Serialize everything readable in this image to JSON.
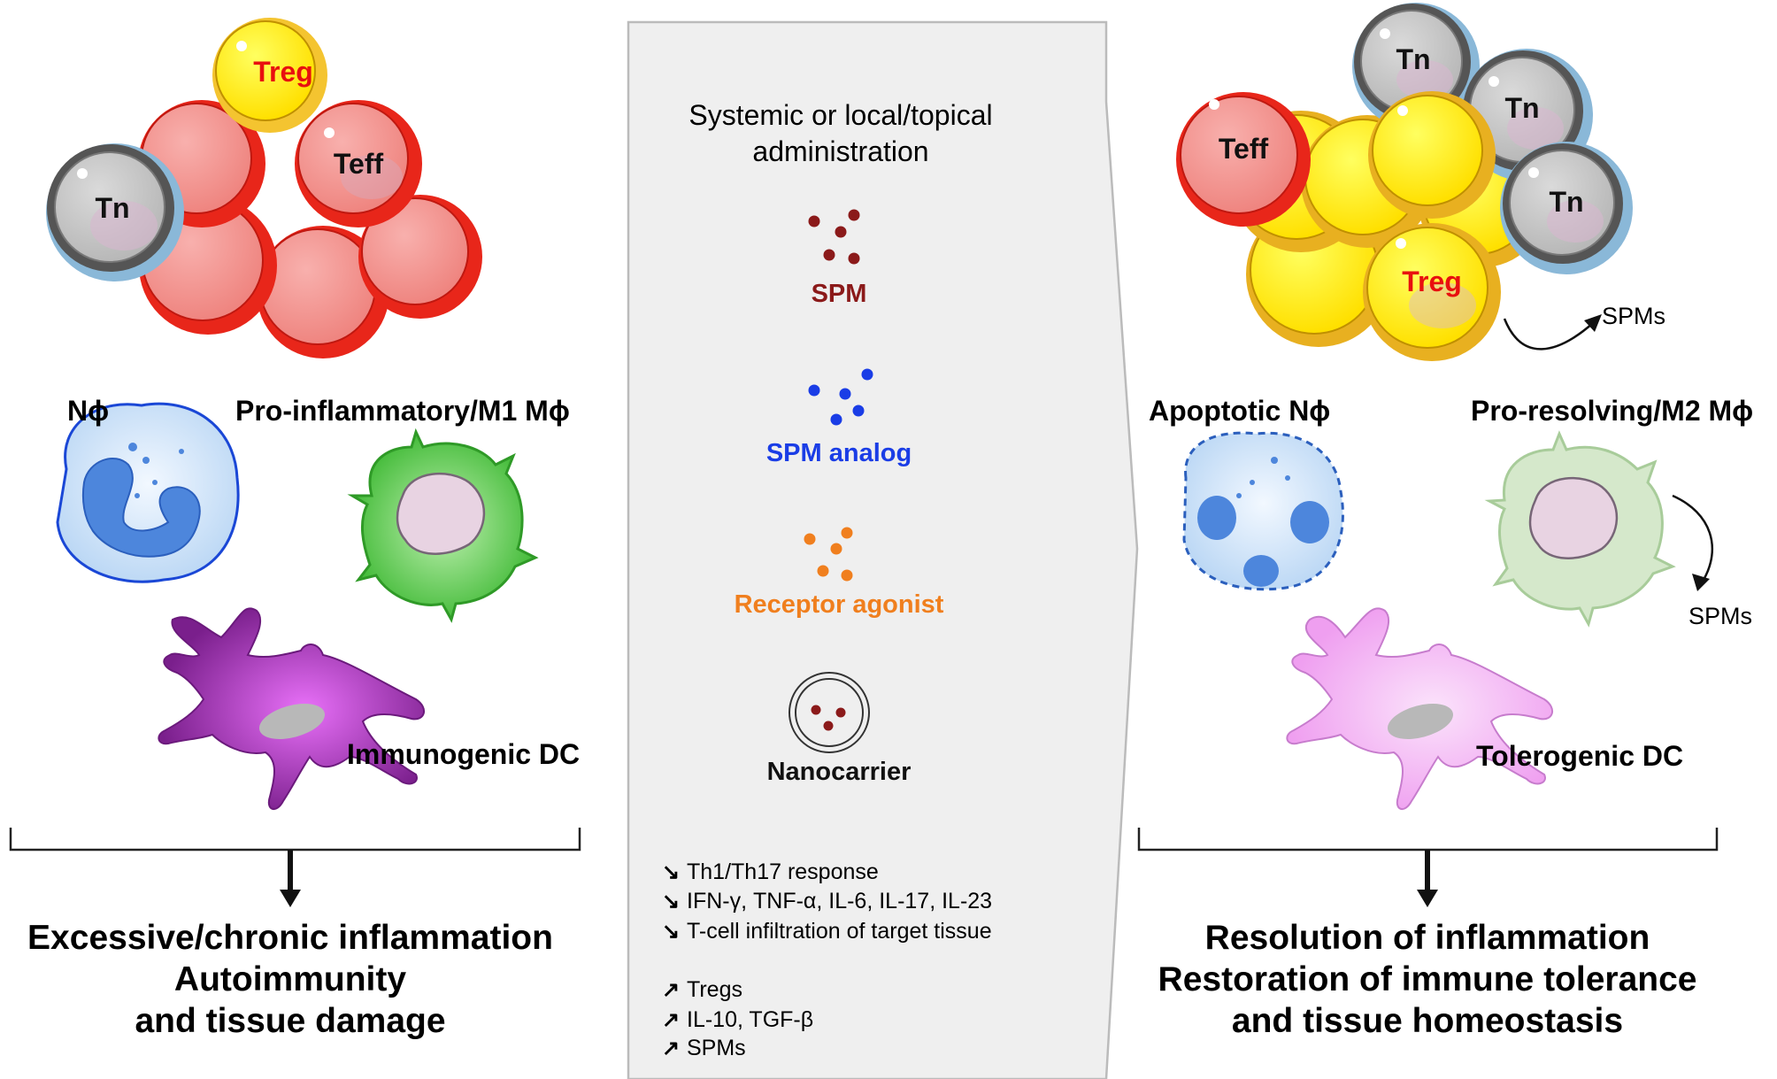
{
  "left": {
    "tcells": {
      "treg": "Treg",
      "teff": "Teff",
      "tn": "Tn"
    },
    "neutrophil_label": "Nϕ",
    "macrophage_label": "Pro-inflammatory/M1 Mϕ",
    "dc_label": "Immunogenic DC",
    "outcome": [
      "Excessive/chronic inflammation",
      "Autoimmunity",
      "and tissue damage"
    ]
  },
  "middle": {
    "heading": [
      "Systemic or local/topical",
      "administration"
    ],
    "agents": [
      {
        "label": "SPM",
        "color": "#8b1a1a"
      },
      {
        "label": "SPM analog",
        "color": "#1a3de6"
      },
      {
        "label": "Receptor agonist",
        "color": "#f07f1e"
      },
      {
        "label": "Nanocarrier",
        "color": "#111111"
      }
    ],
    "decreases": [
      {
        "icon": "arrow-down-right-icon",
        "text": "Th1/Th17 response"
      },
      {
        "icon": "arrow-down-right-icon",
        "text": "IFN-γ, TNF-α, IL-6, IL-17, IL-23"
      },
      {
        "icon": "arrow-down-right-icon",
        "text": "T-cell infiltration of target tissue"
      }
    ],
    "increases": [
      {
        "icon": "arrow-up-right-icon",
        "text": "Tregs"
      },
      {
        "icon": "arrow-up-right-icon",
        "text": "IL-10, TGF-β"
      },
      {
        "icon": "arrow-up-right-icon",
        "text": "SPMs"
      }
    ]
  },
  "right": {
    "tcells": {
      "treg": "Treg",
      "teff": "Teff",
      "tn1": "Tn",
      "tn2": "Tn",
      "tn3": "Tn"
    },
    "spms_cluster": "SPMs",
    "neutrophil_label": "Apoptotic Nϕ",
    "macrophage_label": "Pro-resolving/M2 Mϕ",
    "spms_macrophage": "SPMs",
    "dc_label": "Tolerogenic DC",
    "outcome": [
      "Resolution of inflammation",
      "Restoration of immune tolerance",
      "and tissue homeostasis"
    ]
  },
  "colors": {
    "panel_fill": "#efefef",
    "panel_stroke": "#bbbbbb",
    "treg_label": "#e8100f",
    "treg_fill": "#fff200",
    "teff_fill": "#f5908c",
    "teff_rim": "#e8261a",
    "tn_fill": "#c8c8c8",
    "neutrophil": "#4a7fd6",
    "m1_macrophage": "#4ac13e",
    "m2_macrophage": "#d4e8c8",
    "immunogenic_dc": "#8a2b9a",
    "tolerogenic_dc": "#f4c4f4"
  }
}
